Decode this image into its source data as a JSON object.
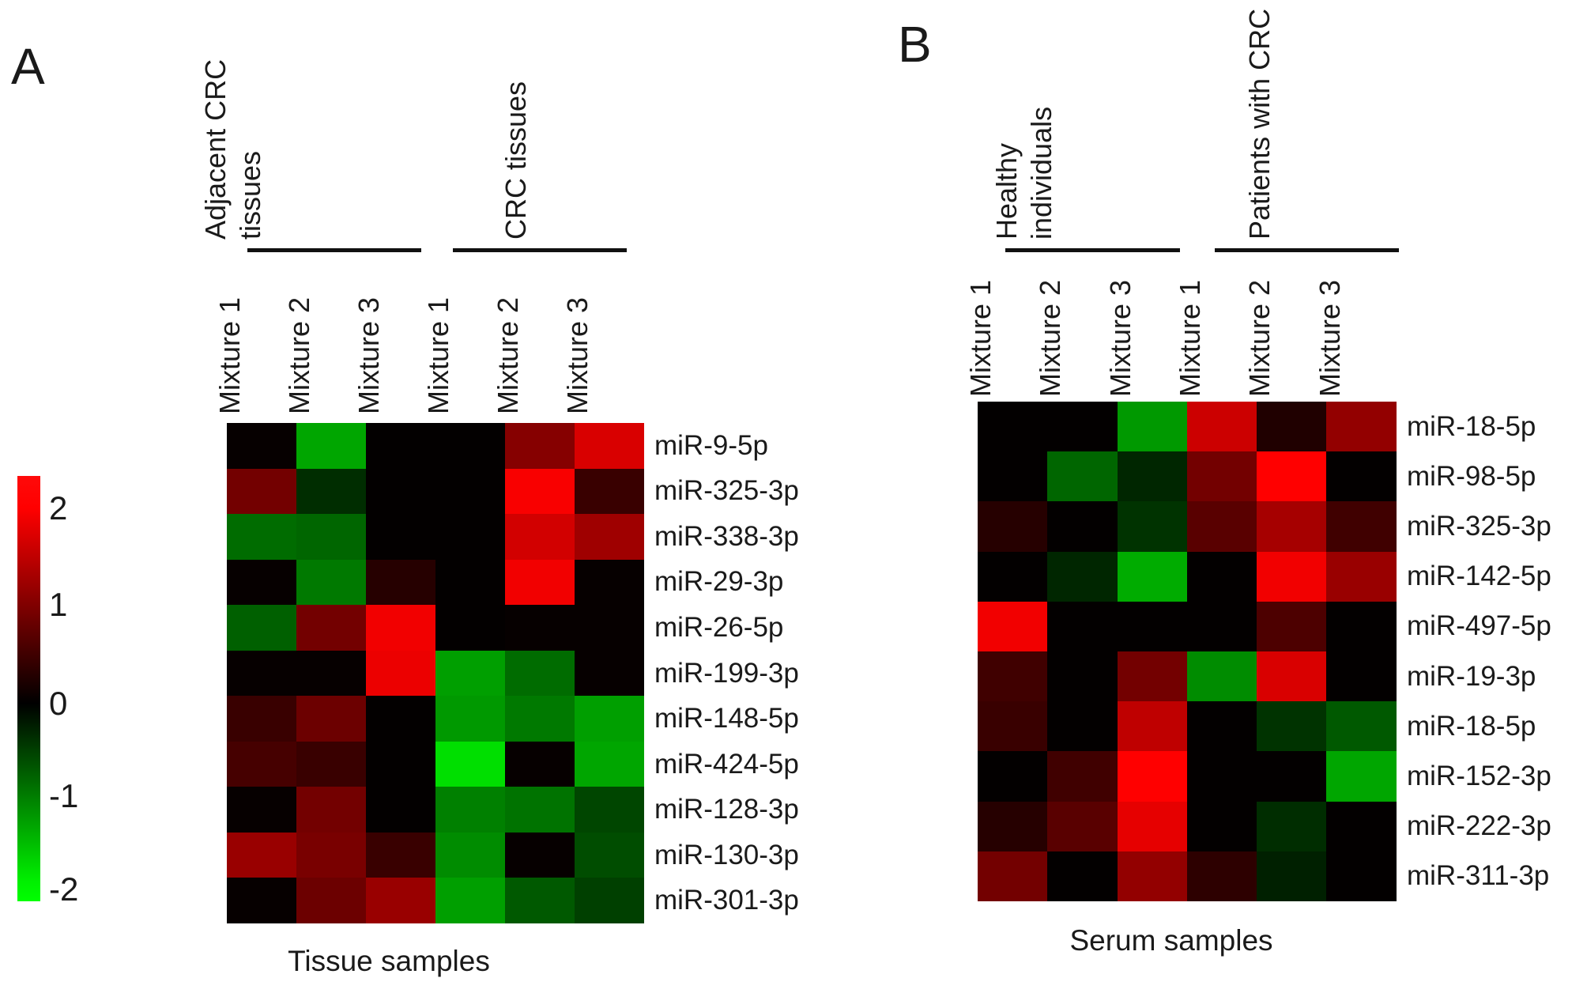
{
  "colorbar": {
    "ticks": [
      "2",
      "1",
      "0",
      "-1",
      "-2"
    ],
    "top_color": "#ff0000",
    "mid_color": "#000000",
    "bottom_color": "#00ff00"
  },
  "chart_data": [
    {
      "type": "heatmap",
      "panel": "A",
      "xlabel": "Tissue samples",
      "legend_position": "left",
      "grid": false,
      "col_groups": [
        {
          "label": "Adjacent CRC tissues",
          "label_lines": [
            "Adjacent CRC",
            "tissues"
          ],
          "columns": [
            "Mixture 1",
            "Mixture 2",
            "Mixture 3"
          ]
        },
        {
          "label": "CRC tissues",
          "label_lines": [
            "CRC tissues"
          ],
          "columns": [
            "Mixture 1",
            "Mixture 2",
            "Mixture 3"
          ]
        }
      ],
      "rows": [
        "miR-9-5p",
        "miR-325-3p",
        "miR-338-3p",
        "miR-29-3p",
        "miR-26-5p",
        "miR-199-3p",
        "miR-148-5p",
        "miR-424-5p",
        "miR-128-3p",
        "miR-130-3p",
        "miR-301-3p"
      ],
      "values": [
        [
          0.05,
          -1.3,
          0.02,
          0.02,
          1.05,
          1.7
        ],
        [
          0.9,
          -0.35,
          0.02,
          0.02,
          1.95,
          0.45
        ],
        [
          -0.85,
          -0.8,
          0.02,
          0.02,
          1.65,
          1.25
        ],
        [
          0.05,
          -0.95,
          0.3,
          0.02,
          1.9,
          0.05
        ],
        [
          -0.75,
          0.9,
          1.9,
          0.02,
          0.05,
          0.05
        ],
        [
          0.05,
          0.05,
          1.85,
          -1.25,
          -0.85,
          0.05
        ],
        [
          0.45,
          0.85,
          0.02,
          -1.2,
          -0.95,
          -1.25
        ],
        [
          0.55,
          0.45,
          0.02,
          -1.75,
          0.05,
          -1.3
        ],
        [
          0.05,
          0.9,
          0.02,
          -1.0,
          -0.9,
          -0.55
        ],
        [
          1.2,
          0.95,
          0.45,
          -1.1,
          0.05,
          -0.6
        ],
        [
          0.05,
          0.85,
          1.2,
          -1.25,
          -0.7,
          -0.5
        ]
      ],
      "scale": {
        "min": -2,
        "max": 2
      }
    },
    {
      "type": "heatmap",
      "panel": "B",
      "xlabel": "Serum samples",
      "legend_position": "shared-left",
      "grid": false,
      "col_groups": [
        {
          "label": "Healthy individuals",
          "label_lines": [
            "Healthy",
            "individuals"
          ],
          "columns": [
            "Mixture 1",
            "Mixture 2",
            "Mixture 3"
          ]
        },
        {
          "label": "Patients with CRC",
          "label_lines": [
            "Patients with CRC"
          ],
          "columns": [
            "Mixture 1",
            "Mixture 2",
            "Mixture 3"
          ]
        }
      ],
      "rows": [
        "miR-18-5p",
        "miR-98-5p",
        "miR-325-3p",
        "miR-142-5p",
        "miR-497-5p",
        "miR-19-3p",
        "miR-18-5p",
        "miR-152-3p",
        "miR-222-3p",
        "miR-311-3p"
      ],
      "values": [
        [
          0.02,
          0.02,
          -1.2,
          1.6,
          0.25,
          1.15
        ],
        [
          0.02,
          -0.8,
          -0.3,
          0.9,
          2.0,
          0.02
        ],
        [
          0.3,
          0.02,
          -0.4,
          0.7,
          1.3,
          0.5
        ],
        [
          0.02,
          -0.3,
          -1.35,
          0.02,
          1.9,
          1.2
        ],
        [
          1.9,
          0.02,
          0.02,
          0.02,
          0.6,
          0.02
        ],
        [
          0.5,
          0.02,
          0.9,
          -1.1,
          1.7,
          0.02
        ],
        [
          0.45,
          0.02,
          1.5,
          0.02,
          -0.4,
          -0.7
        ],
        [
          0.02,
          0.5,
          2.0,
          0.02,
          0.02,
          -1.3
        ],
        [
          0.3,
          0.7,
          1.8,
          0.02,
          -0.35,
          0.02
        ],
        [
          0.9,
          0.02,
          1.15,
          0.35,
          -0.25,
          0.02
        ]
      ],
      "scale": {
        "min": -2,
        "max": 2
      }
    }
  ]
}
